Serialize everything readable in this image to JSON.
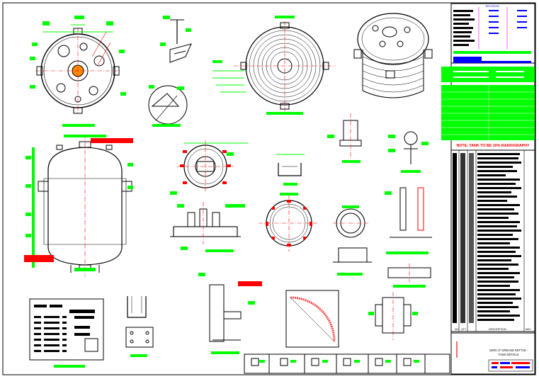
{
  "title_block": {
    "note": "NOTE: TANK TO BE 10% RADIOGRAPHY",
    "revision_header": "REVISION",
    "drawing_title_line1": "1000 LIT GREASE KETTLE -",
    "drawing_title_line2": "TANK DETAILS",
    "bom_columns": [
      "NO.",
      "QTY",
      "DESCRIPTION",
      "MAT."
    ]
  },
  "colors": {
    "line": "#000000",
    "dimension": "#00ff00",
    "center": "#ff0000",
    "highlight": "#0000ff",
    "flag": "#ff0000"
  }
}
